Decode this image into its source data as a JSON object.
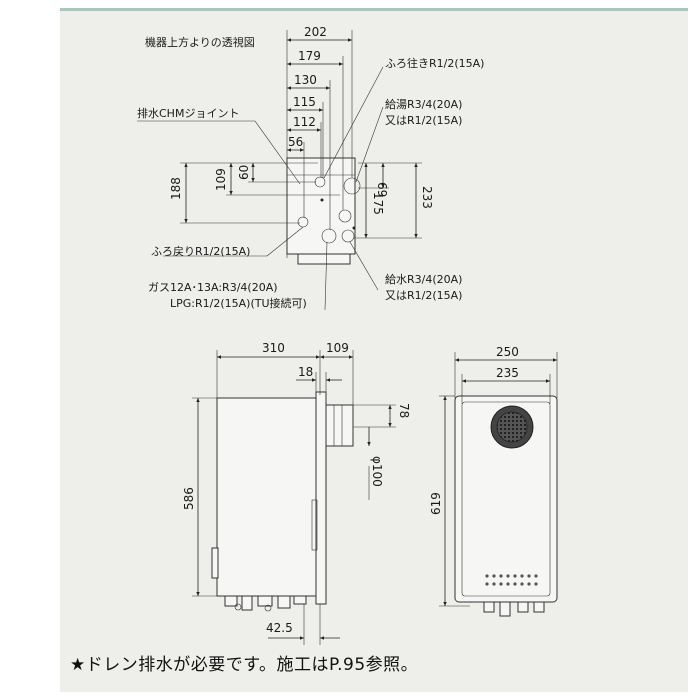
{
  "view_title": "機器上方よりの透視図",
  "top_view": {
    "widths": [
      "202",
      "179",
      "130",
      "115",
      "112",
      "56"
    ],
    "heights_left": [
      "188",
      "109",
      "60"
    ],
    "heights_right": [
      "69",
      "175",
      "233"
    ],
    "labels": {
      "drain_joint": "排水CHMジョイント",
      "bath_supply": "ふろ往きR1/2(15A)",
      "hot_supply_1": "給湯R3/4(20A)",
      "hot_supply_2": "又はR1/2(15A)",
      "bath_return": "ふろ戻りR1/2(15A)",
      "gas_1": "ガス12A･13A:R3/4(20A)",
      "gas_2": "LPG:R1/2(15A)(TU接続可)",
      "water_1": "給水R3/4(20A)",
      "water_2": "又はR1/2(15A)"
    }
  },
  "side_view": {
    "depth": "310",
    "vent_depth": "109",
    "offset": "18",
    "vent_height": "78",
    "vent_diameter": "φ100",
    "height": "586",
    "bottom_offset": "42.5"
  },
  "front_view": {
    "outer_width": "250",
    "inner_width": "235",
    "height": "619"
  },
  "footnote": "★ドレン排水が必要です。施工はP.95参照。"
}
